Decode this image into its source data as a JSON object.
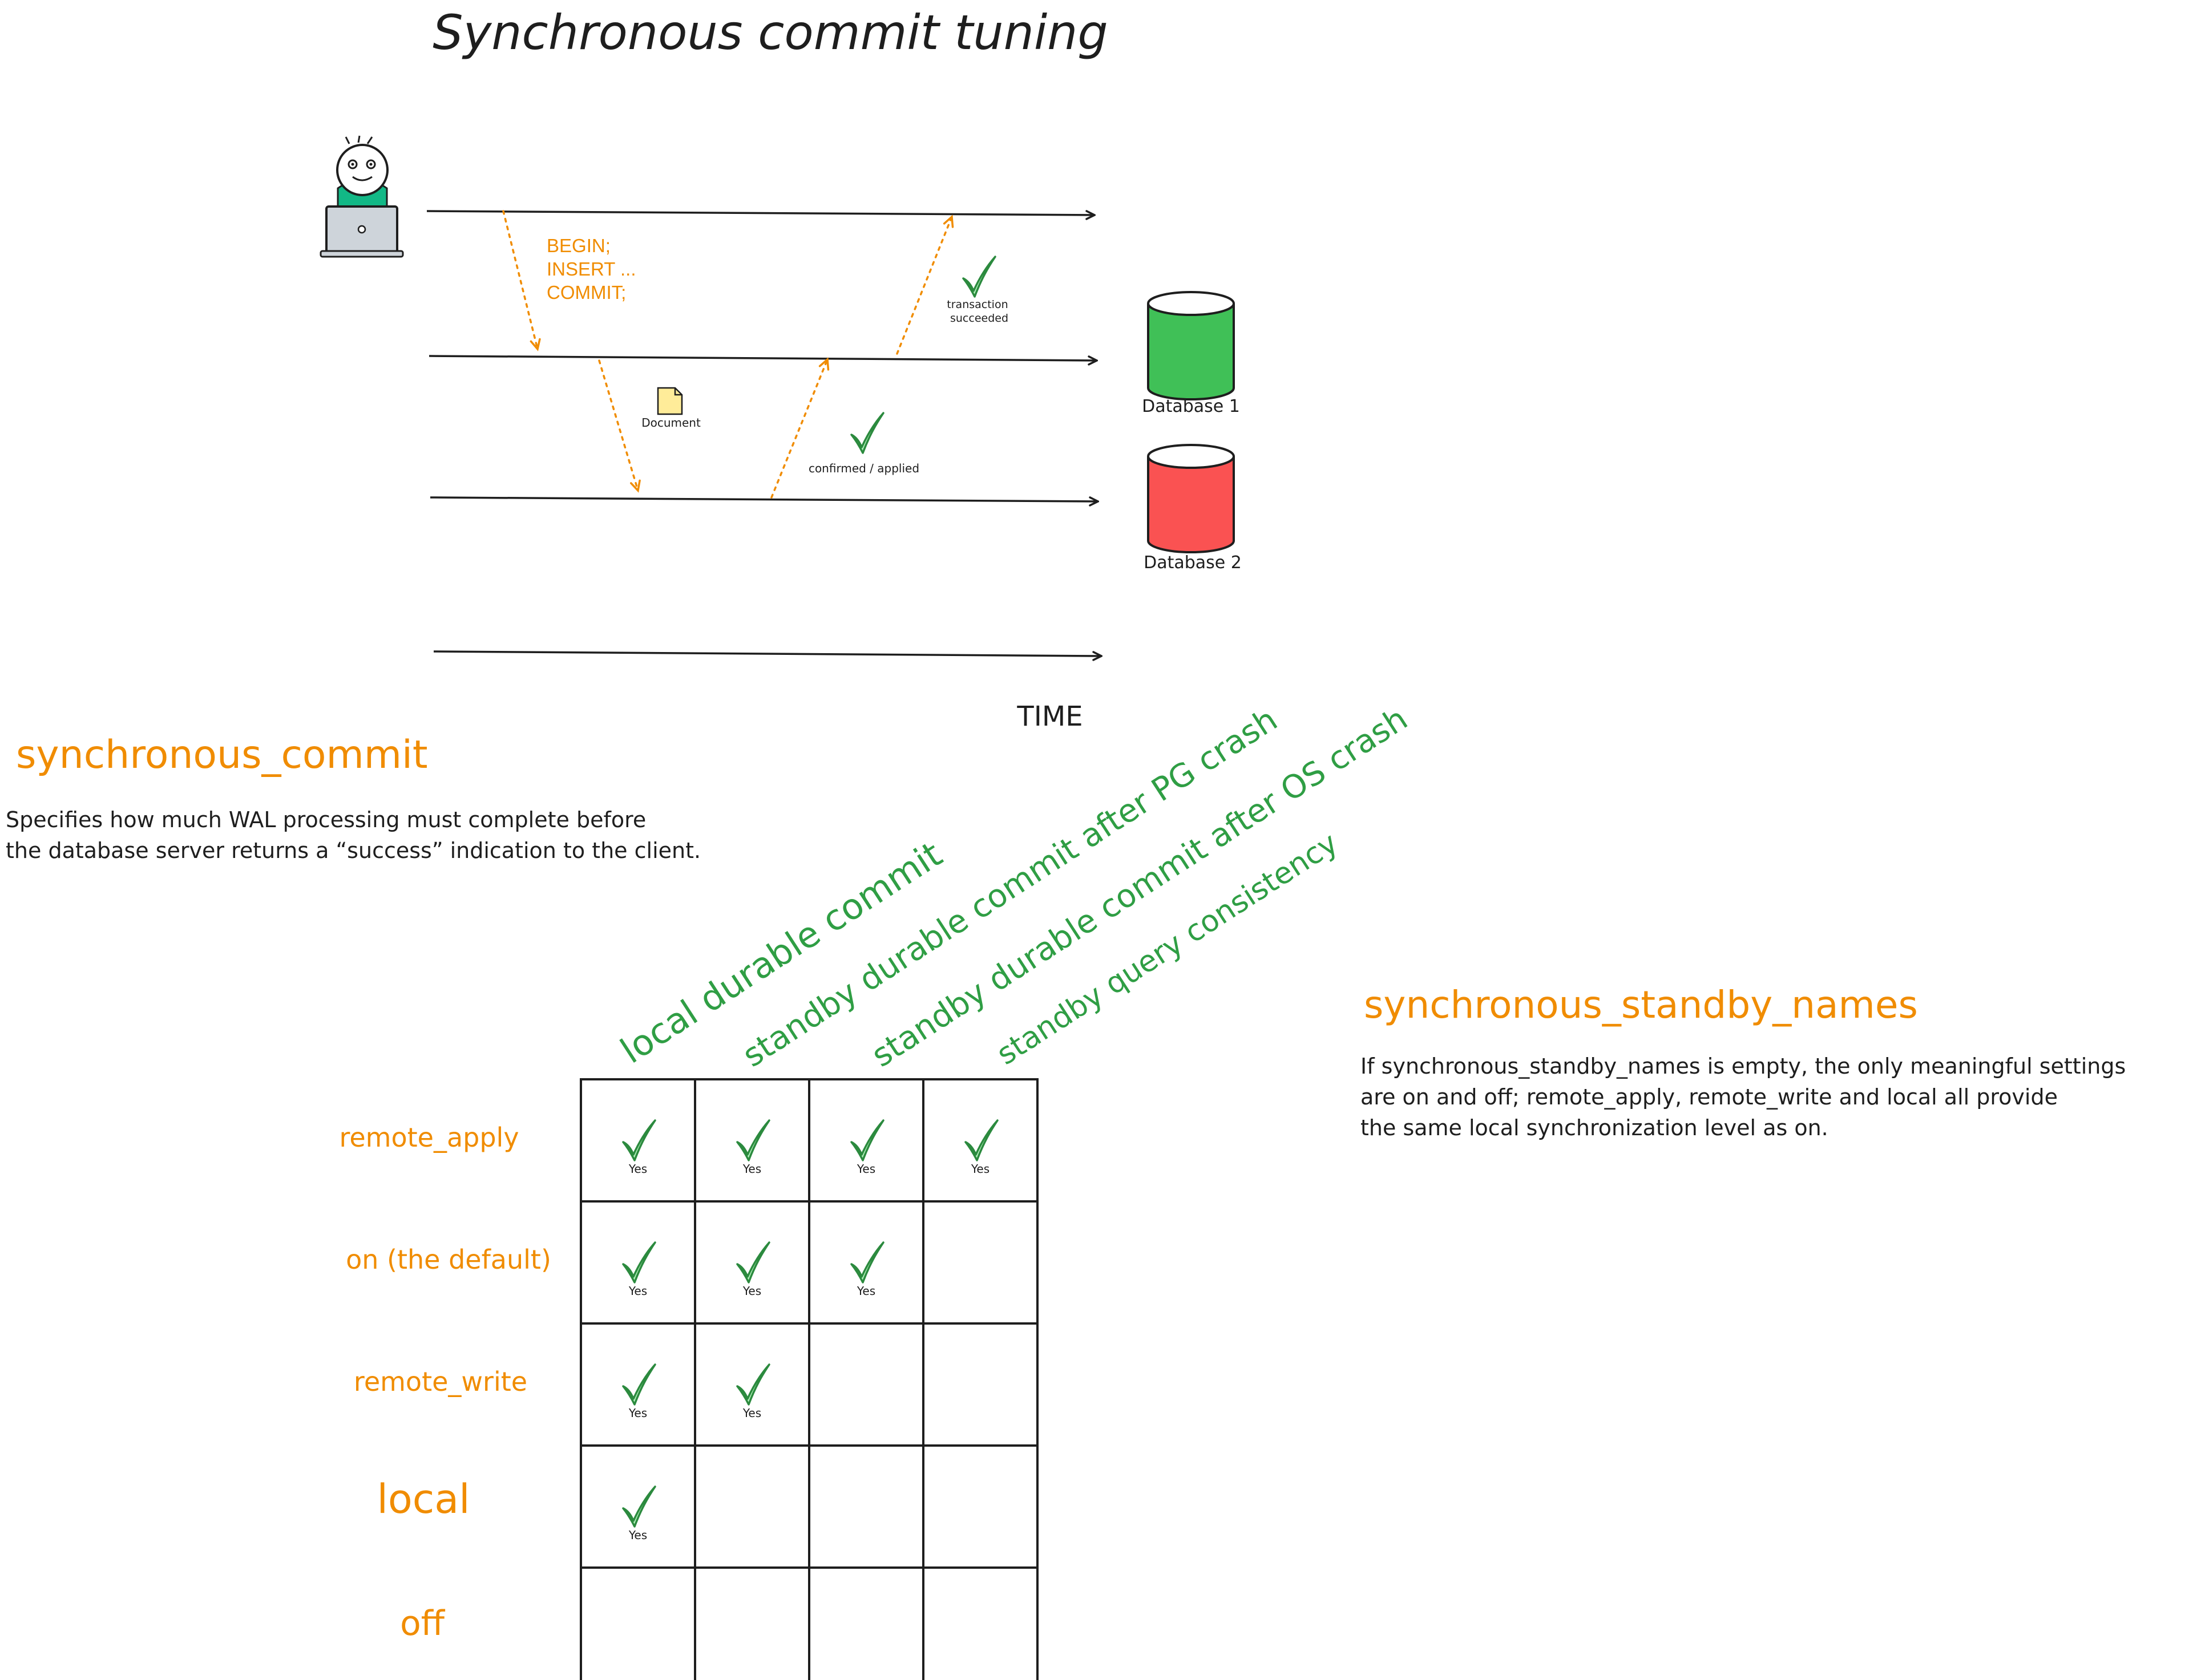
{
  "title": "Synchronous commit tuning",
  "timeline": {
    "message_lines": [
      "BEGIN;",
      "INSERT ...",
      "COMMIT;"
    ],
    "transaction_succeeded_lines": [
      "transaction",
      "succeeded"
    ],
    "document_label": "Document",
    "confirmed_label": "confirmed / applied",
    "database1_label": "Database 1",
    "database2_label": "Database 2",
    "time_label": "TIME"
  },
  "sync_commit": {
    "heading": "synchronous_commit",
    "desc_lines": [
      "Specifies how much WAL processing must complete before",
      "the database server returns a “success” indication to the client."
    ]
  },
  "standby_names": {
    "heading": "synchronous_standby_names",
    "desc_lines": [
      "If synchronous_standby_names is empty, the only meaningful settings",
      "are on and off; remote_apply, remote_write and local all provide",
      "the same local synchronization level as on."
    ]
  },
  "matrix": {
    "columns": [
      "local durable commit",
      "standby durable commit after PG crash",
      "standby durable commit after OS crash",
      "standby query consistency"
    ],
    "rows": [
      {
        "label": "remote_apply",
        "cells": [
          true,
          true,
          true,
          true
        ]
      },
      {
        "label": "on (the default)",
        "cells": [
          true,
          true,
          true,
          false
        ]
      },
      {
        "label": "remote_write",
        "cells": [
          true,
          true,
          false,
          false
        ]
      },
      {
        "label": "local",
        "cells": [
          true,
          false,
          false,
          false
        ]
      },
      {
        "label": "off",
        "cells": [
          false,
          false,
          false,
          false
        ]
      }
    ],
    "yes_label": "Yes"
  },
  "colors": {
    "ink": "#1e1e1e",
    "orange": "#f08c00",
    "green": "#2f9e44",
    "db1_fill": "#40c057",
    "db2_fill": "#fa5252",
    "check_fill": "#b2f2bb",
    "check_stroke": "#2b8a3e",
    "person_shirt": "#12b886",
    "laptop": "#ced4da",
    "document_fill": "#ffec99"
  }
}
